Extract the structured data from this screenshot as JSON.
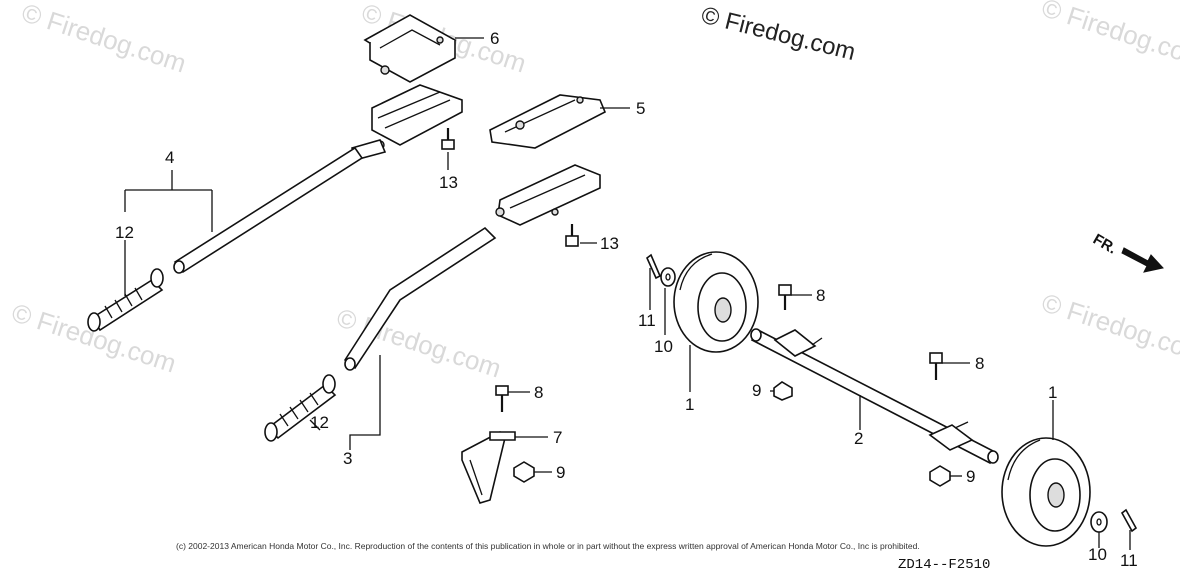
{
  "watermark": {
    "main": "© Firedog.com",
    "repeat": "© Firedog.com"
  },
  "copyright": "(c) 2002-2013 American Honda Motor Co., Inc. Reproduction of the contents of this publication in whole or in part without the express written approval of American Honda Motor Co., Inc is prohibited.",
  "diagram_code": "ZD14--F2510",
  "direction_marker": "FR.",
  "callouts": {
    "c1a": "1",
    "c1b": "1",
    "c2": "2",
    "c3": "3",
    "c4": "4",
    "c5": "5",
    "c6": "6",
    "c7": "7",
    "c8a": "8",
    "c8b": "8",
    "c8c": "8",
    "c9a": "9",
    "c9b": "9",
    "c9c": "9",
    "c10a": "10",
    "c10b": "10",
    "c11a": "11",
    "c11b": "11",
    "c12a": "12",
    "c12b": "12",
    "c13a": "13",
    "c13b": "13"
  }
}
